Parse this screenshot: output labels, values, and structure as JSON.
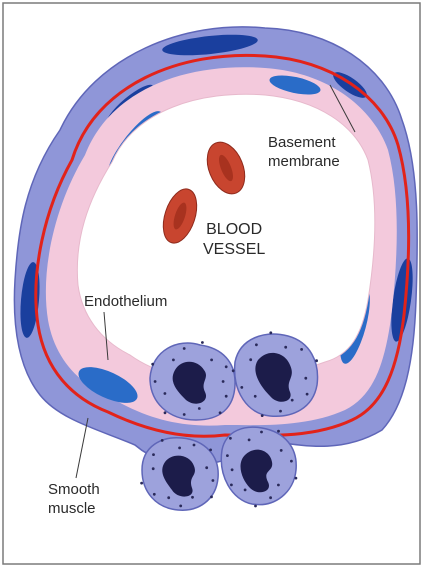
{
  "labels": {
    "basement_membrane": {
      "line1": "Basement",
      "line2": "membrane"
    },
    "blood_vessel": {
      "line1": "BLOOD",
      "line2": "VESSEL"
    },
    "endothelium": "Endothelium",
    "smooth_muscle": {
      "line1": "Smooth",
      "line2": "muscle"
    }
  },
  "colors": {
    "frame": "#7a7a7a",
    "smooth_muscle": "#8f96d8",
    "smooth_muscle_dark": "#5f66b8",
    "muscle_nuclei": "#1a3f9e",
    "endothelium": "#f3c9dc",
    "endothelial_nuclei": "#2a6cc8",
    "basement_membrane": "#e2231a",
    "lumen": "#ffffff",
    "red_blood_cell": "#c8452f",
    "white_blood_cell": "#9da2dc",
    "wbc_nucleus": "#1c1c4a"
  }
}
